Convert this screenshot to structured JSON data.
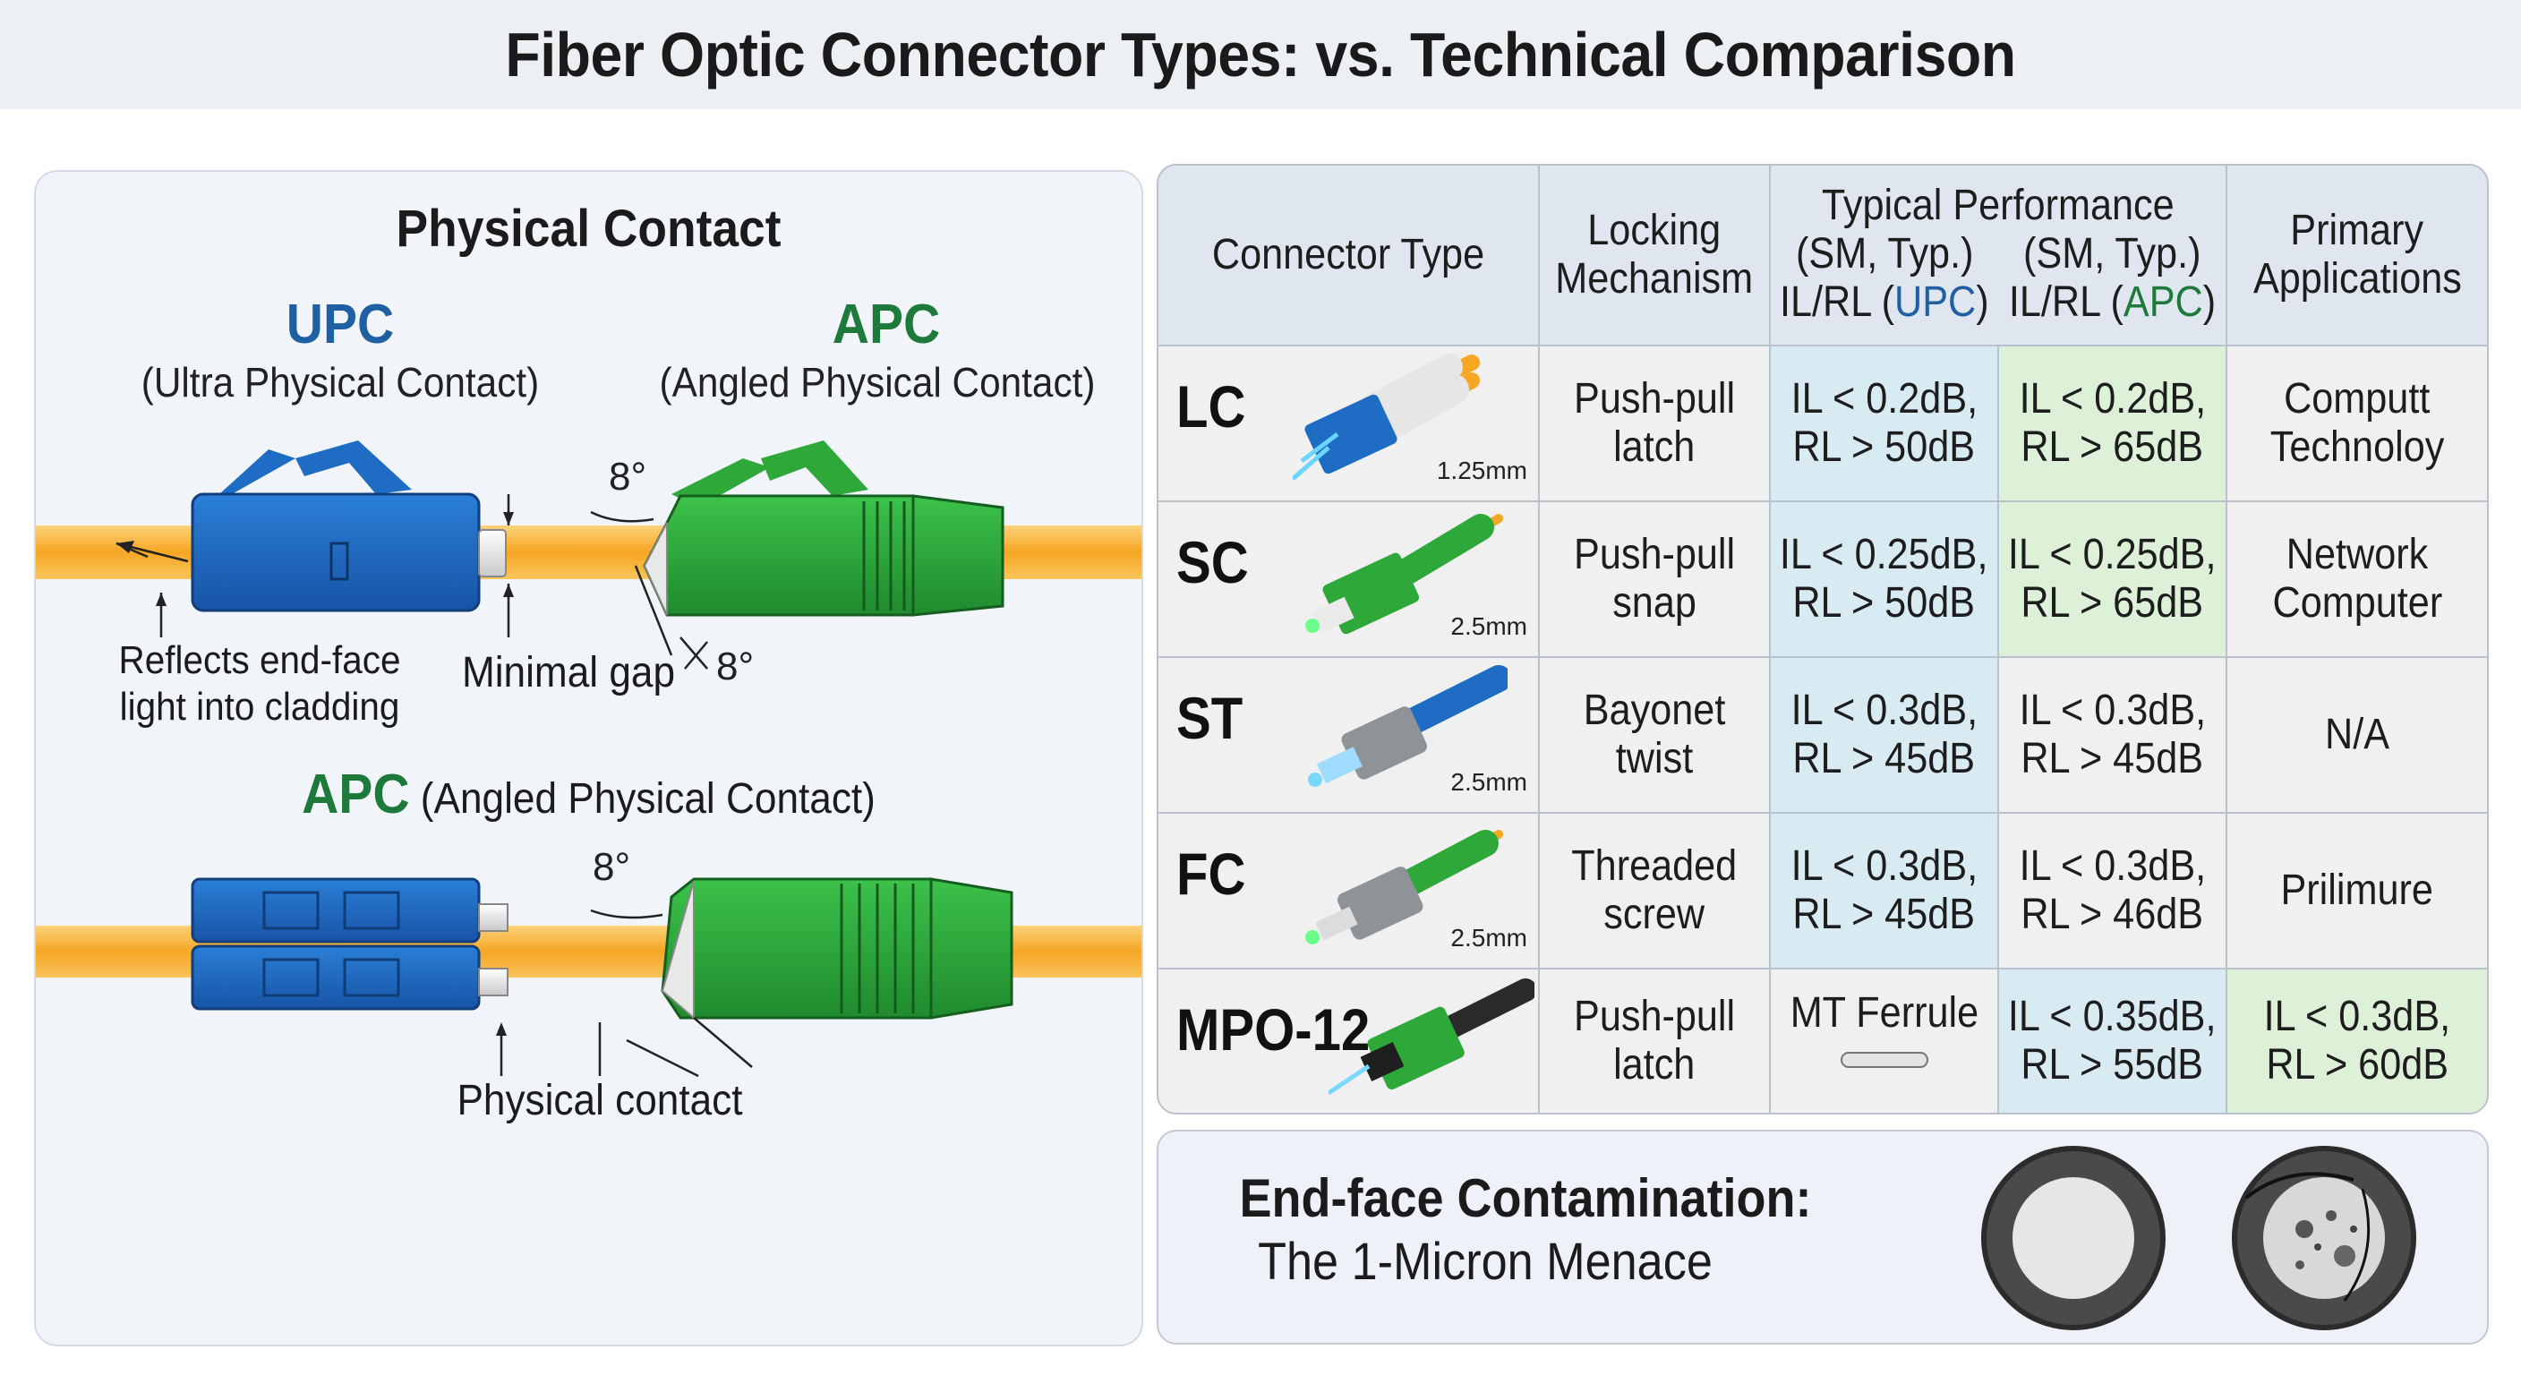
{
  "title": "Fiber Optic Connector Types: vs. Technical Comparison",
  "left_panel": {
    "heading": "Physical Contact",
    "upc_label": "UPC",
    "upc_sub": "(Ultra Physical Contact)",
    "apc_label": "APC",
    "apc_sub": "(Angled Physical Contact)",
    "angle_top": "8°",
    "angle_bottom": "8°",
    "reflect_line1": "Reflects end-face",
    "reflect_line2": "light into cladding",
    "minimal_gap": "Minimal gap",
    "apc2_label": "APC",
    "apc2_sub": "(Angled Physical Contact)",
    "angle_lower": "8°",
    "physical_contact": "Physical contact"
  },
  "colors": {
    "upc_blue": "#1f5fa3",
    "apc_green": "#1e7a3b",
    "fiber_orange": "#f6b642",
    "connector_blue": "#1e6cc4",
    "connector_green": "#2fa83a"
  },
  "table": {
    "headers": {
      "connector_type": "Connector Type",
      "locking_1": "Locking",
      "locking_2": "Mechanism",
      "perf_title": "Typical Performance",
      "perf_upc_1": "(SM, Typ.)",
      "perf_upc_2": "IL/RL (",
      "perf_upc_word": "UPC",
      "perf_upc_close": ")",
      "perf_apc_1": "(SM, Typ.)",
      "perf_apc_2": "IL/RL (",
      "perf_apc_word": "APC",
      "perf_apc_close": ")",
      "apps_1": "Primary",
      "apps_2": "Applications"
    },
    "rows": [
      {
        "name": "LC",
        "size": "1.25mm",
        "icon": "lc-connector-icon",
        "lock_1": "Push-pull",
        "lock_2": "latch",
        "upc_1": "IL < 0.2dB,",
        "upc_2": "RL > 50dB",
        "apc_1": "IL < 0.2dB,",
        "apc_2": "RL > 65dB",
        "app_1": "Computt",
        "app_2": "Technoloy"
      },
      {
        "name": "SC",
        "size": "2.5mm",
        "icon": "sc-connector-icon",
        "lock_1": "Push-pull",
        "lock_2": "snap",
        "upc_1": "IL < 0.25dB,",
        "upc_2": "RL > 50dB",
        "apc_1": "IL < 0.25dB,",
        "apc_2": "RL > 65dB",
        "app_1": "Network",
        "app_2": "Computer"
      },
      {
        "name": "ST",
        "size": "2.5mm",
        "icon": "st-connector-icon",
        "lock_1": "Bayonet",
        "lock_2": "twist",
        "upc_1": "IL < 0.3dB,",
        "upc_2": "RL > 45dB",
        "apc_1": "IL < 0.3dB,",
        "apc_2": "RL > 45dB",
        "app_1": "N/A",
        "app_2": ""
      },
      {
        "name": "FC",
        "size": "2.5mm",
        "icon": "fc-connector-icon",
        "lock_1": "Threaded",
        "lock_2": "screw",
        "upc_1": "IL < 0.3dB,",
        "upc_2": "RL > 45dB",
        "apc_1": "IL < 0.3dB,",
        "apc_2": "RL > 46dB",
        "app_1": "Prilimure",
        "app_2": ""
      },
      {
        "name": "MPO-12",
        "size": "",
        "icon": "mpo-connector-icon",
        "lock_1": "Push-pull",
        "lock_2": "latch",
        "upc_1": "MT Ferrule",
        "upc_2": "",
        "apc_1": "IL < 0.35dB,",
        "apc_2": "RL > 55dB",
        "app_1": "IL < 0.3dB,",
        "app_2": "RL > 60dB"
      }
    ]
  },
  "contamination": {
    "title": "End-face Contamination:",
    "subtitle": "The 1-Micron Menace"
  }
}
